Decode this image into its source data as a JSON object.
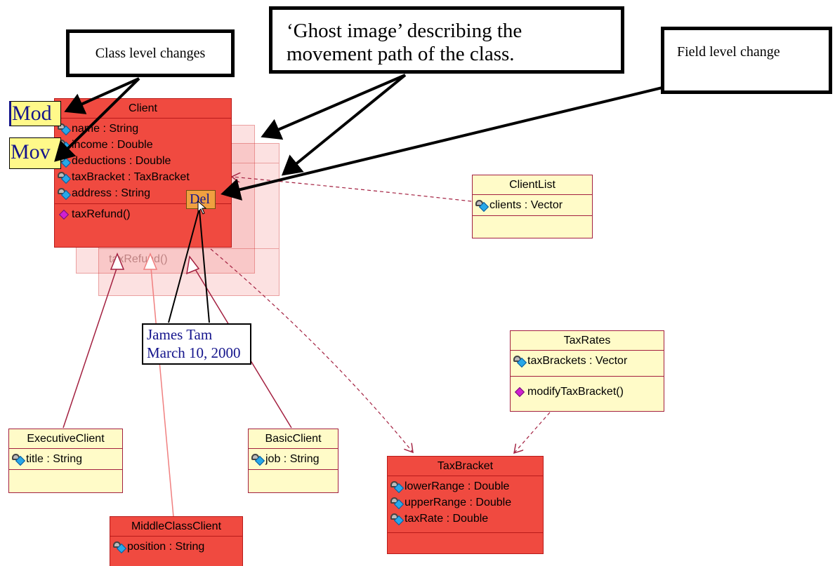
{
  "callouts": {
    "class_level": "Class level changes",
    "ghost_line1": "‘Ghost image’ describing the",
    "ghost_line2": "movement path of the class.",
    "field_level": "Field level change"
  },
  "tags": {
    "mod": "Mod",
    "mov": "Mov",
    "del": "Del"
  },
  "signature": {
    "name": "James Tam",
    "date": "March 10, 2000"
  },
  "colors": {
    "yellow_class": "#fffbc8",
    "red_class": "#f04a40",
    "link": "#a32040",
    "tag_yellow": "#fff98a",
    "del_tag": "#f0a040"
  },
  "classes": {
    "client": {
      "name": "Client",
      "fields": [
        "name : String",
        "income : Double",
        "deductions : Double",
        "taxBracket : TaxBracket",
        "address : String"
      ],
      "methods": [
        "taxRefund()"
      ]
    },
    "ghost": {
      "name": "Client",
      "fields": [
        "name : String",
        "income : Double",
        "deductions : Double",
        "taxBracket : TaxBracket",
        "address : String"
      ],
      "methods": [
        "taxRefund()"
      ]
    },
    "client_list": {
      "name": "ClientList",
      "fields": [
        "clients : Vector"
      ]
    },
    "tax_rates": {
      "name": "TaxRates",
      "fields": [
        "taxBrackets : Vector"
      ],
      "methods": [
        "modifyTaxBracket()"
      ]
    },
    "executive_client": {
      "name": "ExecutiveClient",
      "fields": [
        "title : String"
      ]
    },
    "basic_client": {
      "name": "BasicClient",
      "fields": [
        "job : String"
      ]
    },
    "middle_class_client": {
      "name": "MiddleClassClient",
      "fields": [
        "position : String"
      ]
    },
    "tax_bracket": {
      "name": "TaxBracket",
      "fields": [
        "lowerRange : Double",
        "upperRange : Double",
        "taxRate : Double"
      ]
    }
  }
}
